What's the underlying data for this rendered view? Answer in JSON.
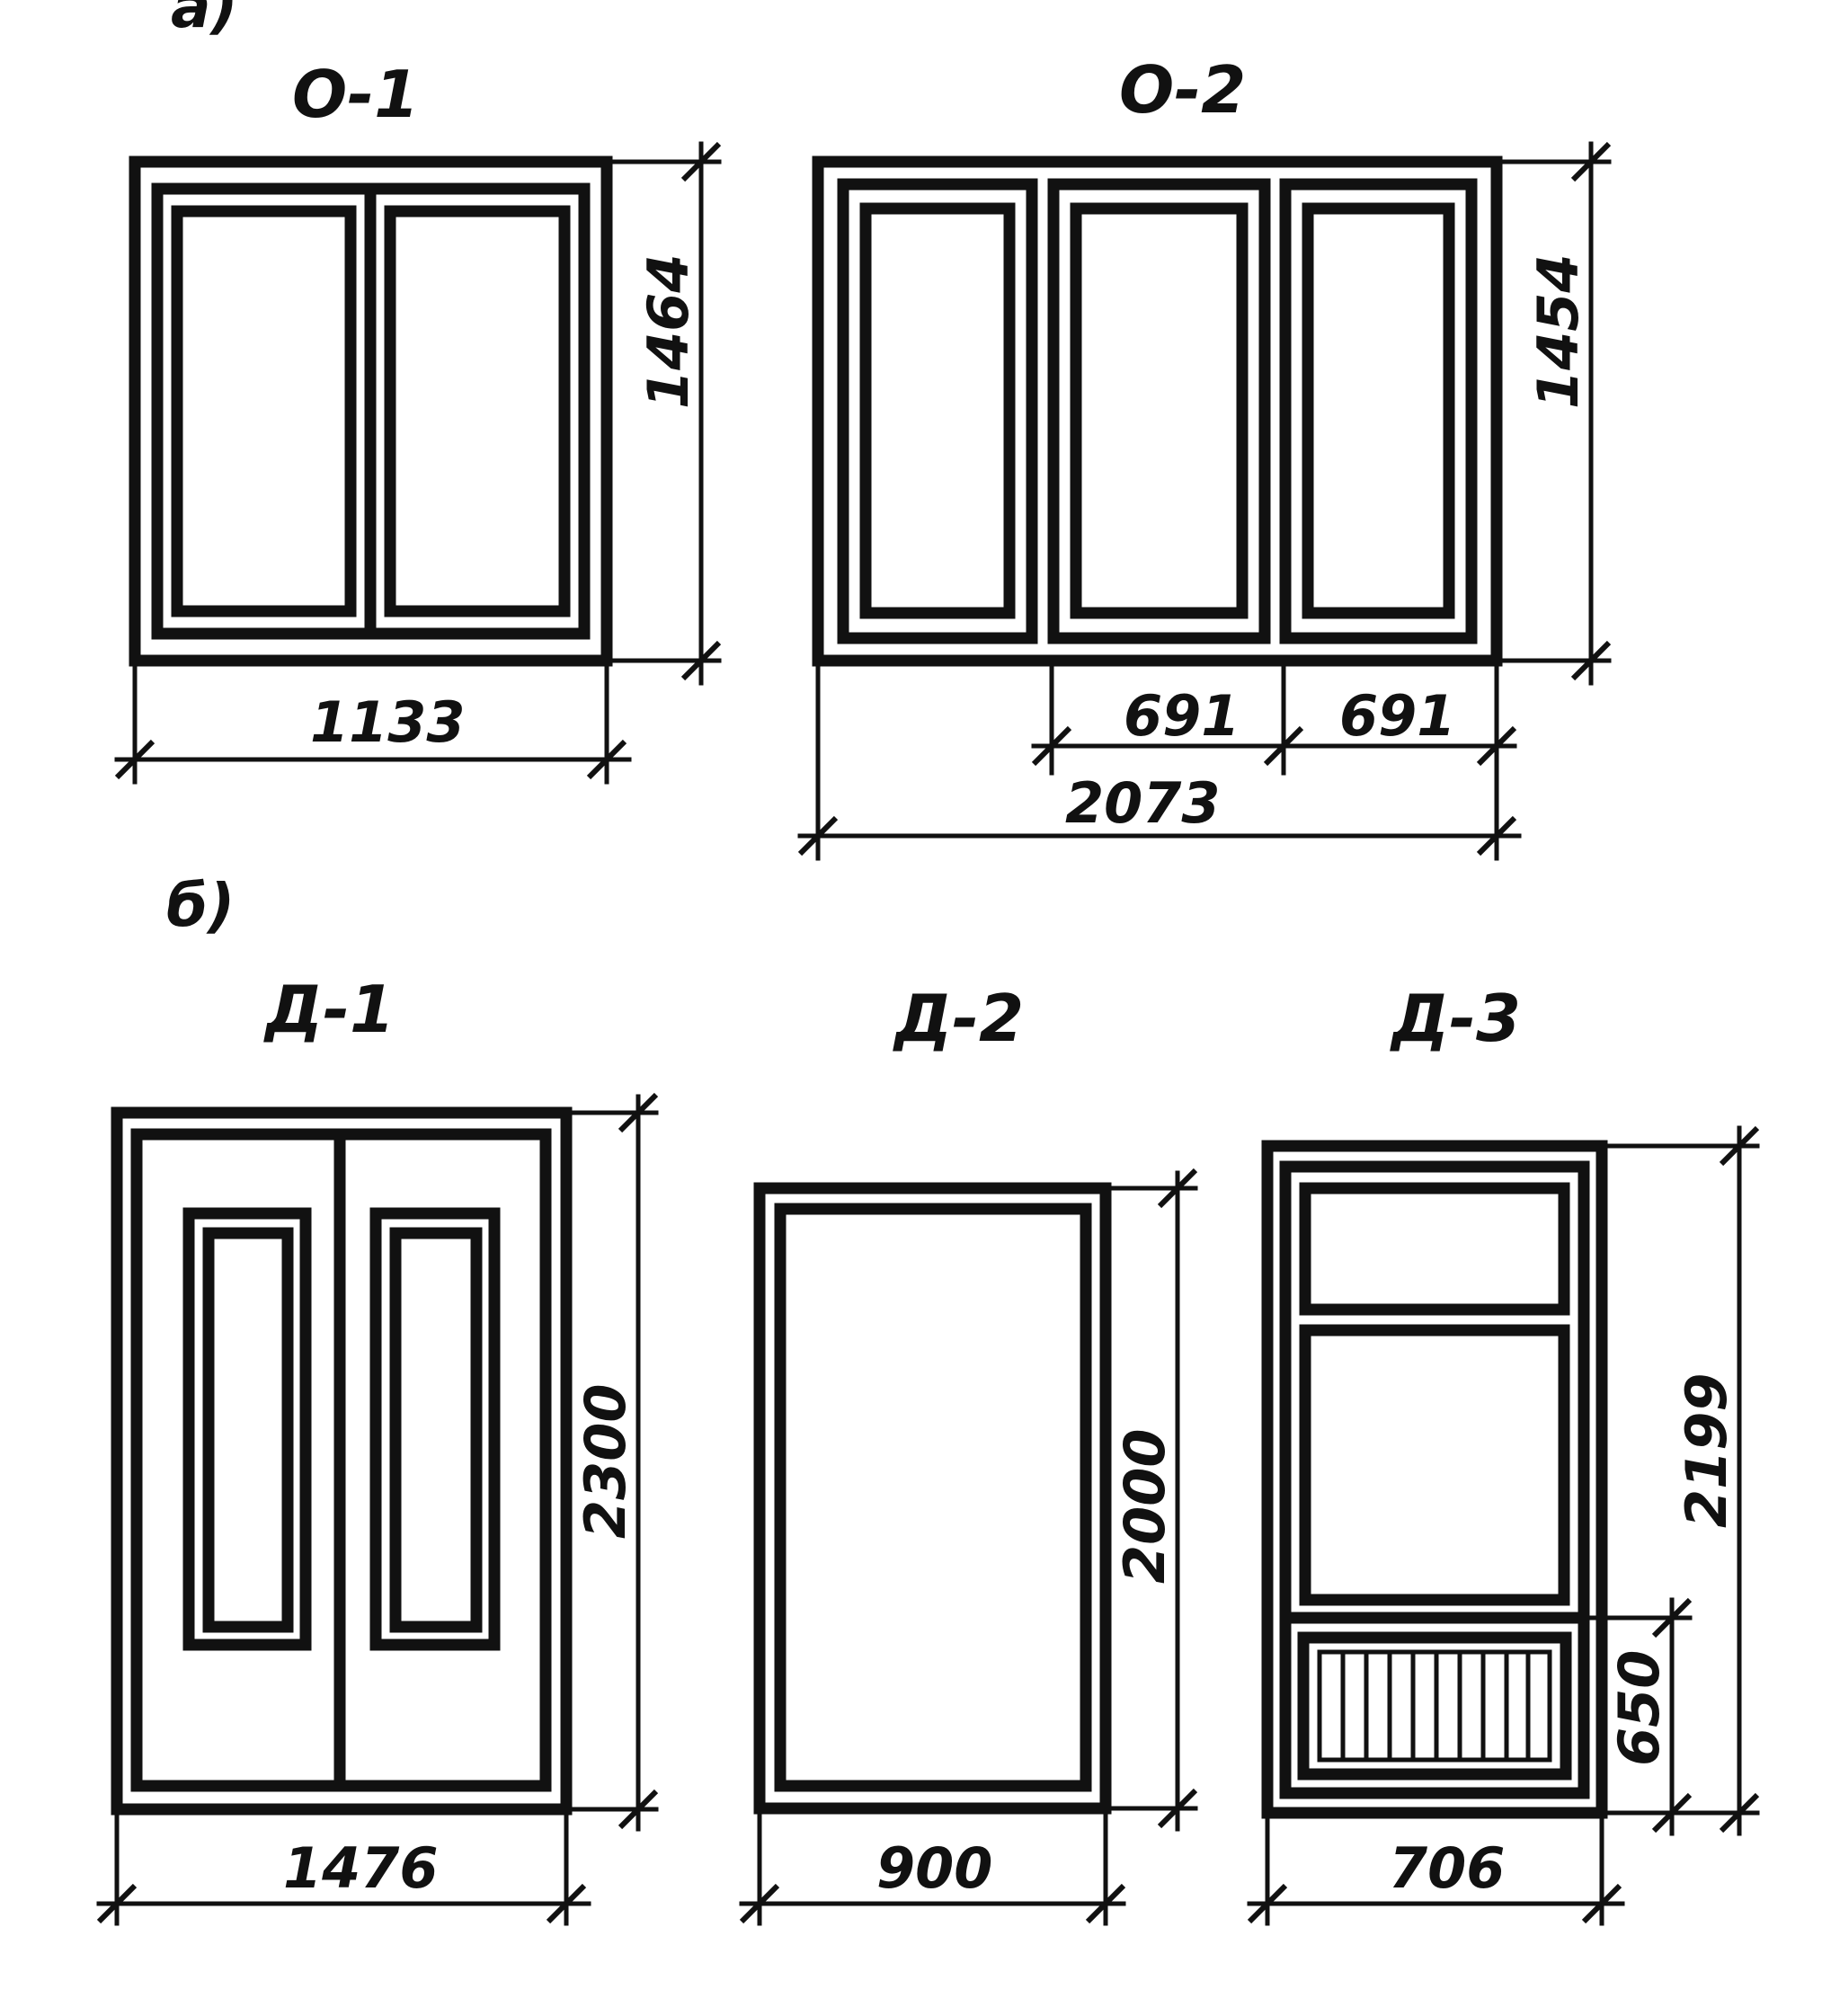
{
  "sections": {
    "a_label": "а)",
    "b_label": "б)"
  },
  "windows": [
    {
      "id": "O1",
      "title": "О-1",
      "width": "1133",
      "height": "1464"
    },
    {
      "id": "O2",
      "title": "О-2",
      "total_width": "2073",
      "sash_1": "691",
      "sash_2": "691",
      "height": "1454"
    }
  ],
  "doors": [
    {
      "id": "D1",
      "title": "Д-1",
      "width": "1476",
      "height": "2300"
    },
    {
      "id": "D2",
      "title": "Д-2",
      "width": "900",
      "height": "2000"
    },
    {
      "id": "D3",
      "title": "Д-3",
      "width": "706",
      "height": "2199",
      "lower_panel_height": "650"
    }
  ]
}
